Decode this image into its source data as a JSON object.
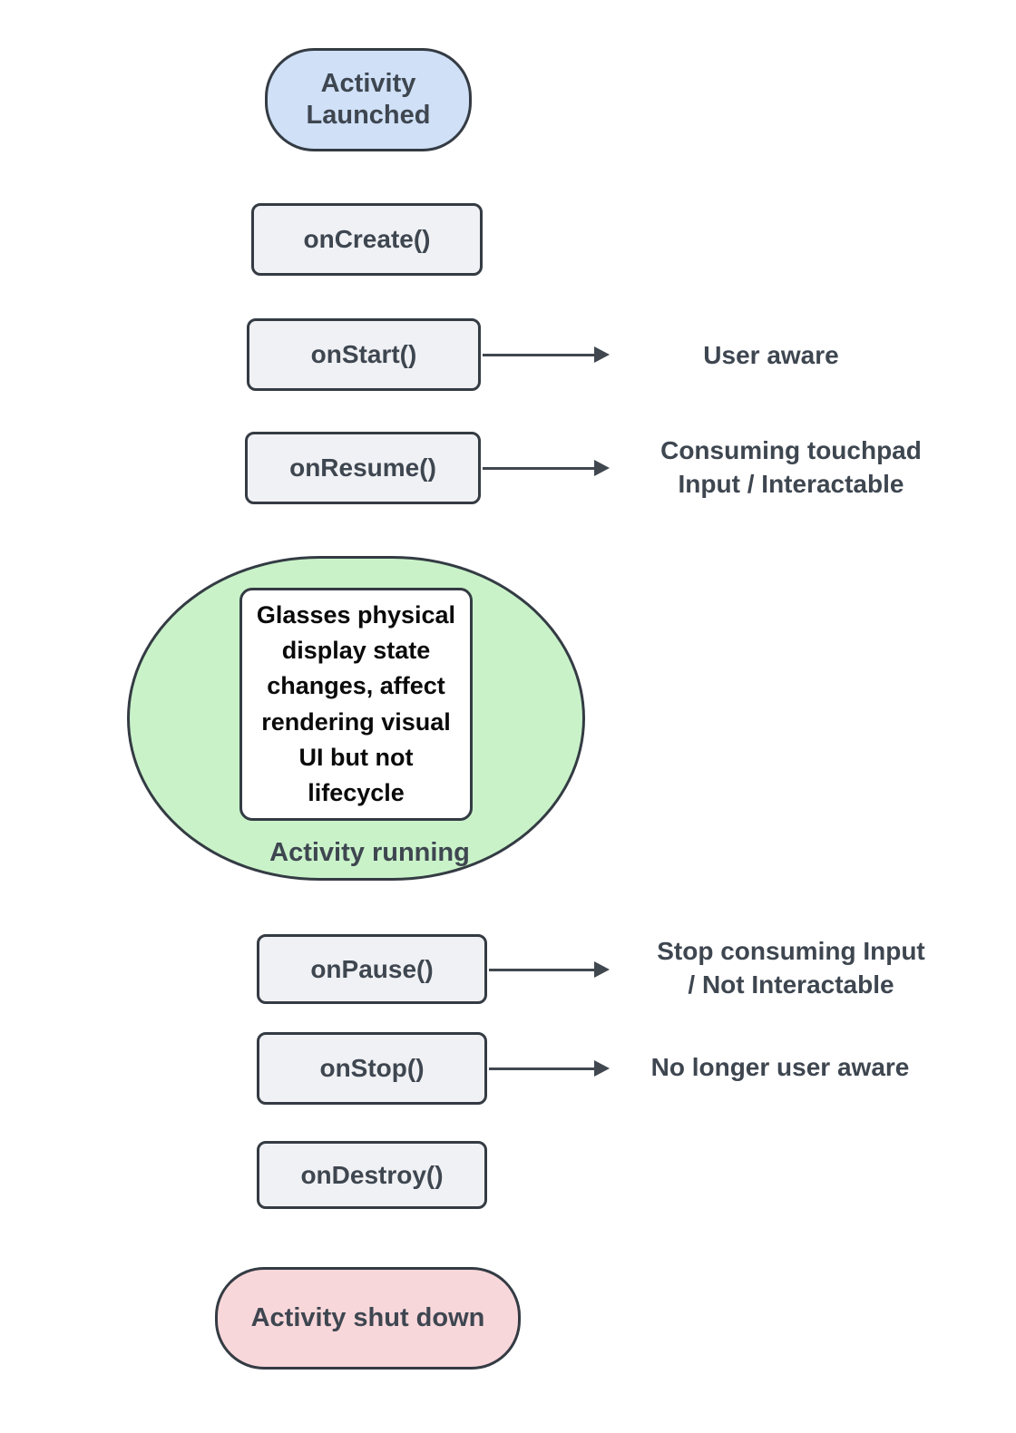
{
  "diagram": {
    "title_semantic": "Activity lifecycle flow diagram",
    "colors": {
      "launch_fill": "#cfe0f7",
      "callback_box_fill": "#f0f1f4",
      "running_fill": "#c9f2c9",
      "shutdown_fill": "#f8d7da",
      "border": "#343b43",
      "label_text": "#3e4650",
      "note_text": "#0a0a0a",
      "arrow": "#40474f"
    },
    "nodes": {
      "activity_launched": "Activity\nLaunched",
      "on_create": "onCreate()",
      "on_start": "onStart()",
      "on_resume": "onResume()",
      "on_pause": "onPause()",
      "on_stop": "onStop()",
      "on_destroy": "onDestroy()",
      "activity_running": "Activity running",
      "activity_shut_down": "Activity shut down",
      "running_note": "Glasses physical display state changes, affect rendering visual UI but not lifecycle"
    },
    "annotations": {
      "on_start": {
        "lines": [
          "User aware"
        ]
      },
      "on_resume": {
        "lines": [
          "Consuming touchpad",
          "Input / Interactable"
        ]
      },
      "on_pause": {
        "lines": [
          "Stop consuming Input",
          "/ Not Interactable"
        ]
      },
      "on_stop": {
        "lines": [
          "No longer user aware"
        ]
      }
    }
  }
}
